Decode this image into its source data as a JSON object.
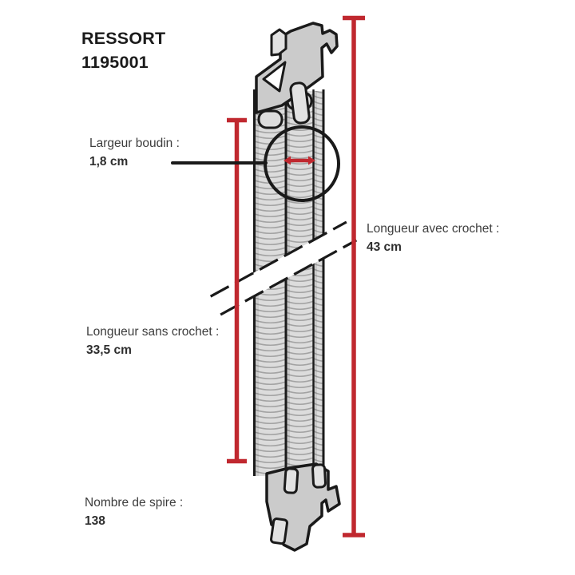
{
  "title": {
    "line1": "RESSORT",
    "line2": "1195001"
  },
  "annotations": {
    "coil_width": {
      "label": "Largeur boudin :",
      "value": "1,8 cm"
    },
    "length_with_hook": {
      "label": "Longueur avec crochet :",
      "value": "43 cm"
    },
    "length_without_hook": {
      "label": "Longueur sans crochet :",
      "value": "33,5 cm"
    },
    "coil_count": {
      "label": "Nombre de spire :",
      "value": "138"
    }
  },
  "colors": {
    "measure_red": "#c0282f",
    "ink": "#1a1a1a",
    "text": "#3d3d3d",
    "metal_fill": "#cbcbcb",
    "metal_light": "#e2e2e2",
    "coil_fill": "#dcdcdc",
    "coil_line": "#a3a3a3"
  },
  "diagram": {
    "subject": "double spring with end brackets, dimension lines and break symbol"
  }
}
